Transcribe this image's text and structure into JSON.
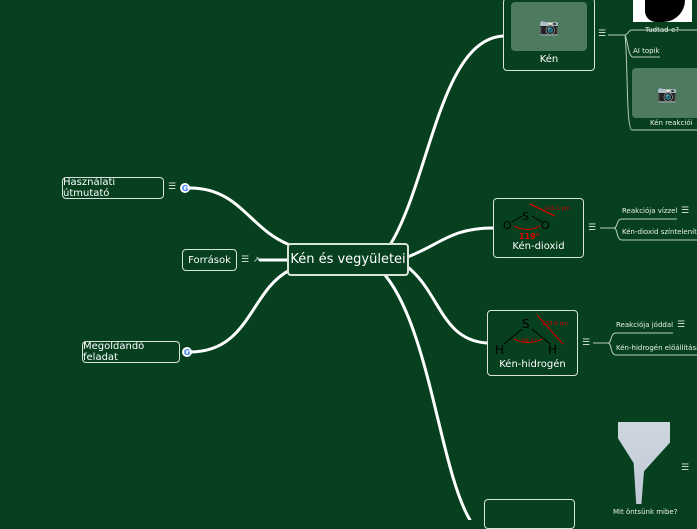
{
  "central": {
    "title": "Kén és vegyületei"
  },
  "left": [
    {
      "label": "Használati útmutató"
    },
    {
      "label": "Források"
    },
    {
      "label": "Megoldandó feladat"
    }
  ],
  "right": {
    "ken": {
      "label": "Kén",
      "children": [
        "Tudtad-e?",
        "AI topik",
        "Kén reakciói"
      ]
    },
    "ken_dioxid": {
      "label": "Kén-dioxid",
      "diagram": {
        "bond": "143.1 pm",
        "angle": "119°",
        "atoms": [
          "S",
          "O",
          "O"
        ]
      },
      "children": [
        "Reakciója vízzel",
        "Kén-dioxid színtelenítő"
      ]
    },
    "ken_hidrogen": {
      "label": "Kén-hidrogén",
      "diagram": {
        "bond": "133.6 pm",
        "angle": "92.1°",
        "atoms": [
          "S",
          "H",
          "H"
        ]
      },
      "children": [
        "Reakciója jóddal",
        "Kén-hidrogén előállítása"
      ]
    },
    "bottom": {
      "children": [
        "Mit öntsünk mibe?"
      ]
    }
  },
  "colors": {
    "background": "#06401f",
    "line": "#ffffff",
    "annotation": "#cc0000"
  }
}
